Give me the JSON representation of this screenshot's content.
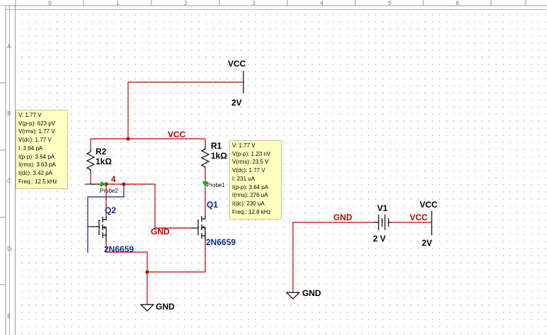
{
  "ruler": {
    "columns": [
      "0",
      "1",
      "2",
      "3",
      "4",
      "5",
      "6",
      "7"
    ],
    "rows": [
      "A",
      "B",
      "C",
      "D",
      "E"
    ]
  },
  "components": {
    "vcc_top": {
      "name": "VCC",
      "value": "2V"
    },
    "vcc_right": {
      "name": "VCC",
      "value": "2V"
    },
    "r1": {
      "name": "R1",
      "value": "1kΩ"
    },
    "r2": {
      "name": "R2",
      "value": "1kΩ"
    },
    "q1": {
      "name": "Q1",
      "part": "2N6659"
    },
    "q2": {
      "name": "Q2",
      "part": "2N6659"
    },
    "v1": {
      "name": "V1",
      "value": "2 V"
    },
    "gnd_bottom": {
      "name": "GND"
    },
    "gnd_right": {
      "name": "GND"
    }
  },
  "nets": {
    "vcc_rail": "VCC",
    "gnd_mid": "GND",
    "gnd_v1": "GND",
    "vcc_v1": "VCC",
    "node_4": "4"
  },
  "probes": {
    "probe1": {
      "name": "Probe1",
      "lines": [
        "V: 1.77 V",
        "V(p-p): 1.23 nV",
        "V(rms): 23.5 V",
        "V(dc): 1.77 V",
        "I: 231 uA",
        "I(p-p): 3.64 pA",
        "I(rms): 276 uA",
        "I(dc): 230 uA",
        "Freq.: 12.8 kHz"
      ]
    },
    "probe2": {
      "name": "Probe2",
      "lines": [
        "V: 1.77 V",
        "V(p-p): 623 pV",
        "V(rms): 1.77 V",
        "V(dc): 1.77 V",
        "I: 3.64 pA",
        "I(p-p): 3.64 pA",
        "I(rms): 3.63 pA",
        "I(dc): 3.42 pA",
        "Freq.: 12.5 kHz"
      ]
    }
  },
  "colors": {
    "wire": "#c00000",
    "component": "#000000",
    "part_label": "#0f2a8a",
    "probe_bg": "#ffffc0",
    "probe_marker": "#22aa22",
    "grid_dot": "#5a5a5a"
  }
}
